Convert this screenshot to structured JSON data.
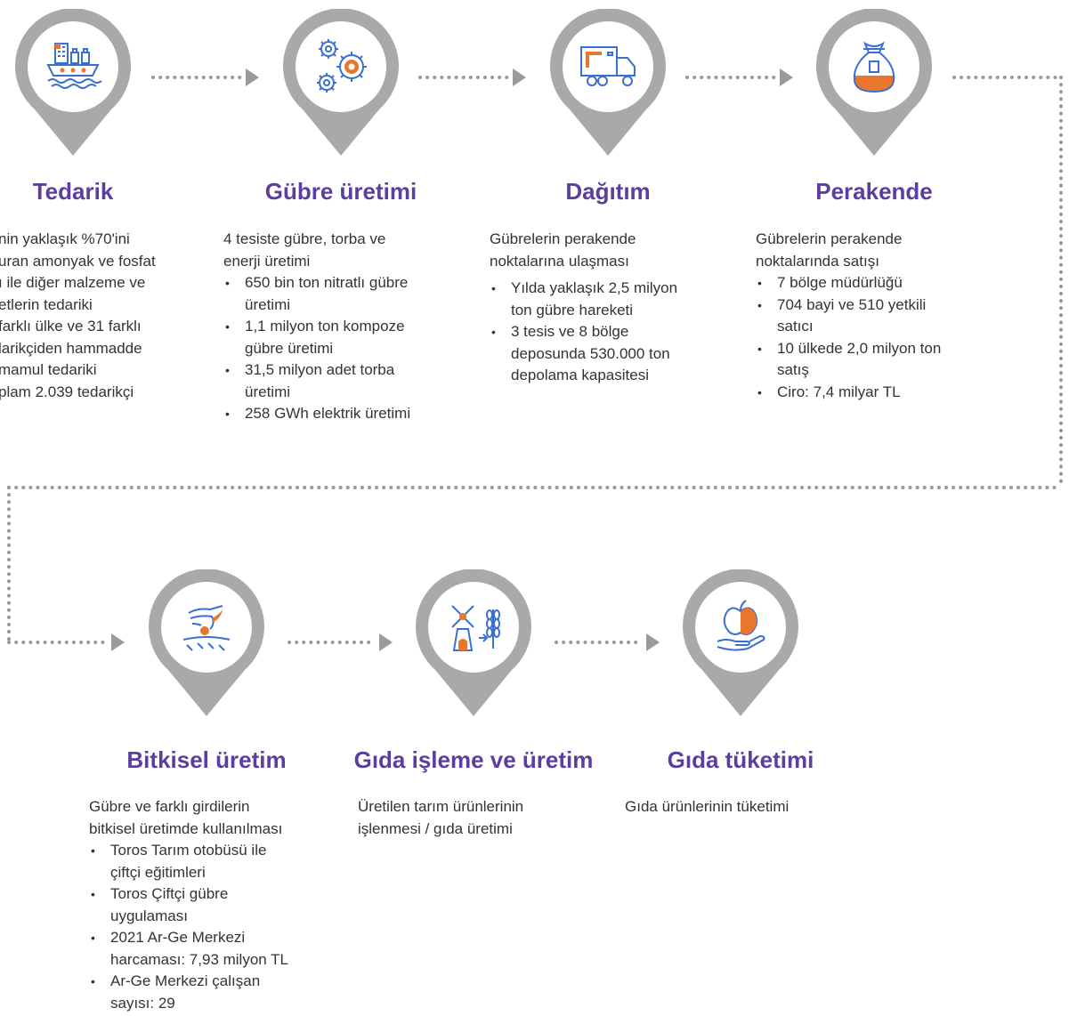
{
  "colors": {
    "pin": "#a9a9a9",
    "title": "#5c3ea0",
    "accent_orange": "#e8762d",
    "icon_blue": "#3a6fd1",
    "connector": "#9a9a9a"
  },
  "steps": [
    {
      "title": "Tedarik",
      "icon": "ship-icon",
      "intro": "",
      "items": [
        "nin yaklaşık %70'ini",
        "uran amonyak ve fosfat",
        "ı ile diğer malzeme ve",
        "etlerin tedariki",
        "farklı ülke ve 31 farklı",
        "larikçiden hammadde",
        "mamul tedariki",
        "plam 2.039 tedarikçi"
      ]
    },
    {
      "title": "Gübre üretimi",
      "icon": "gears-icon",
      "intro": "4 tesiste gübre, torba ve\nenerji üretimi",
      "items": [
        "650 bin ton nitratlı gübre\nüretimi",
        "1,1 milyon ton kompoze\ngübre üretimi",
        "31,5 milyon adet torba\nüretimi",
        "258 GWh elektrik üretimi"
      ]
    },
    {
      "title": "Dağıtım",
      "icon": "truck-icon",
      "intro": "Gübrelerin perakende\nnoktalarına ulaşması",
      "items": [
        "Yılda yaklaşık 2,5 milyon\nton gübre hareketi",
        "3 tesis ve 8 bölge\ndeposunda 530.000 ton\ndepolama kapasitesi"
      ]
    },
    {
      "title": "Perakende",
      "icon": "sack-icon",
      "intro": "Gübrelerin perakende\nnoktalarında satışı",
      "items": [
        "7 bölge müdürlüğü",
        "704 bayi ve 510 yetkili\nsatıcı",
        "10 ülkede 2,0 milyon ton\nsatış",
        "Ciro: 7,4 milyar TL"
      ]
    },
    {
      "title": "Bitkisel üretim",
      "icon": "planting-hand-icon",
      "intro": "Gübre ve farklı girdilerin\nbitkisel üretimde kullanılması",
      "items": [
        "Toros Tarım otobüsü ile\nçiftçi eğitimleri",
        "Toros Çiftçi gübre\nuygulaması",
        "2021 Ar-Ge Merkezi\nharcaması: 7,93 milyon TL",
        "Ar-Ge Merkezi çalışan\nsayısı: 29"
      ]
    },
    {
      "title": "Gıda işleme ve üretim",
      "icon": "windmill-wheat-icon",
      "intro": "Üretilen tarım ürünlerinin\nişlenmesi / gıda üretimi",
      "items": []
    },
    {
      "title": "Gıda tüketimi",
      "icon": "apple-hand-icon",
      "intro": "Gıda ürünlerinin tüketimi",
      "items": []
    }
  ]
}
